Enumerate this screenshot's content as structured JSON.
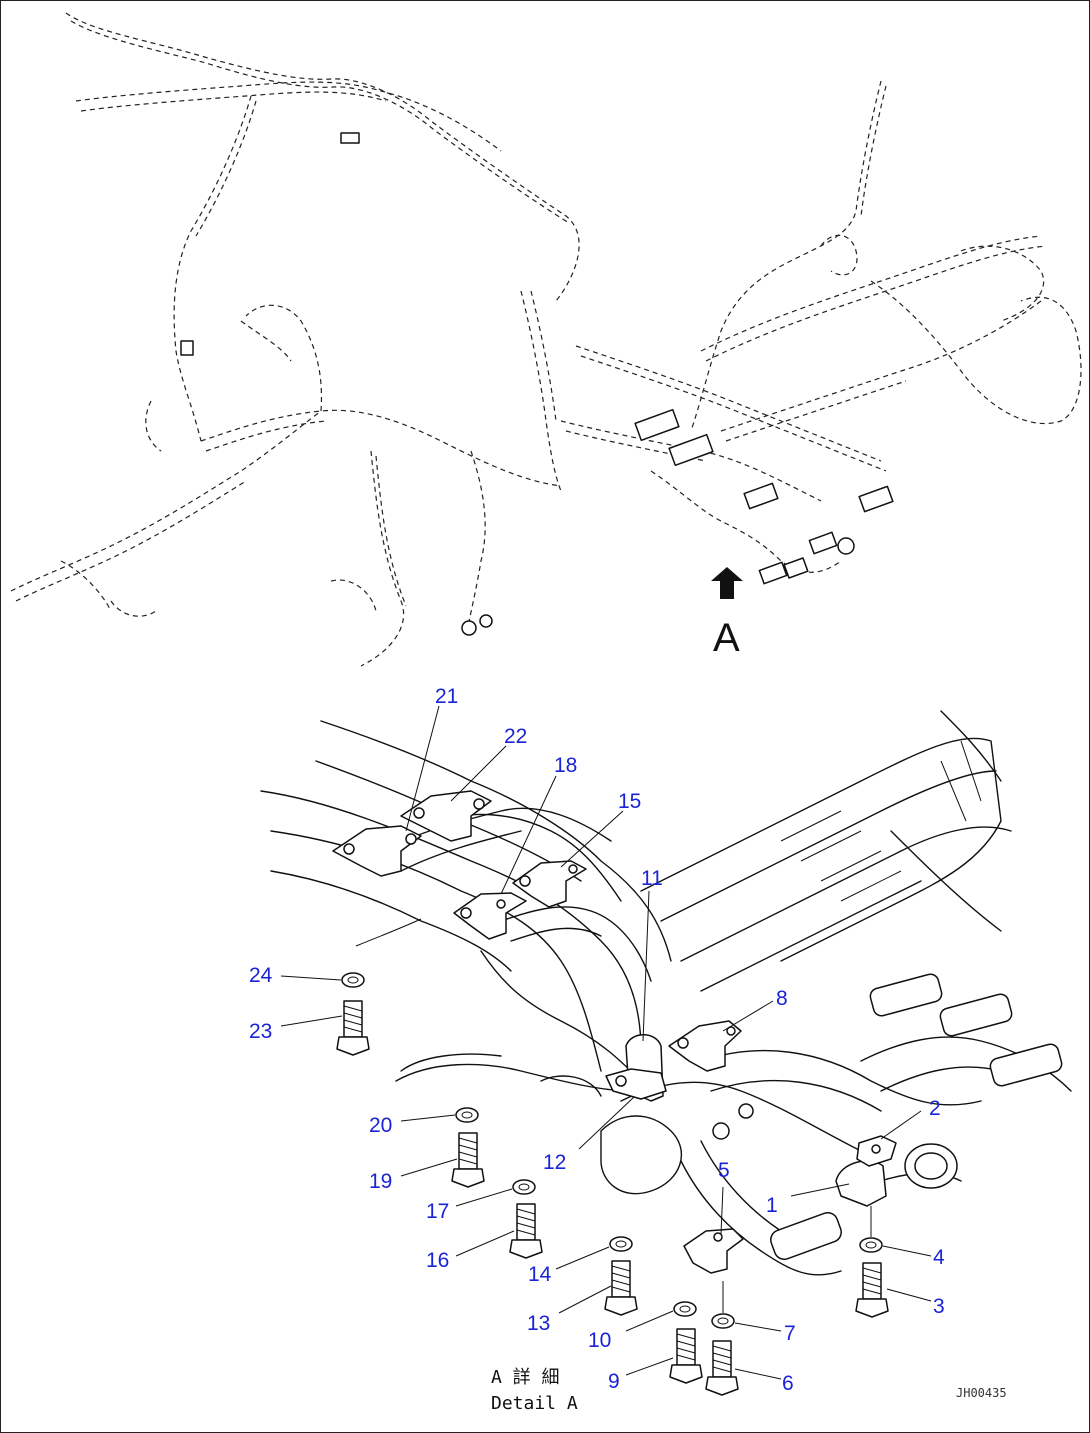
{
  "view_marker": "A",
  "detail_label_jp": "A 詳 細",
  "detail_label_en": "Detail A",
  "drawing_code": "JH00435",
  "callouts": {
    "c1": "1",
    "c2": "2",
    "c3": "3",
    "c4": "4",
    "c5": "5",
    "c6": "6",
    "c7": "7",
    "c8": "8",
    "c9": "9",
    "c10": "10",
    "c11": "11",
    "c12": "12",
    "c13": "13",
    "c14": "14",
    "c15": "15",
    "c16": "16",
    "c17": "17",
    "c18": "18",
    "c19": "19",
    "c20": "20",
    "c21": "21",
    "c22": "22",
    "c23": "23",
    "c24": "24"
  },
  "colors": {
    "callout": "#1a23d6",
    "line": "#111111"
  }
}
